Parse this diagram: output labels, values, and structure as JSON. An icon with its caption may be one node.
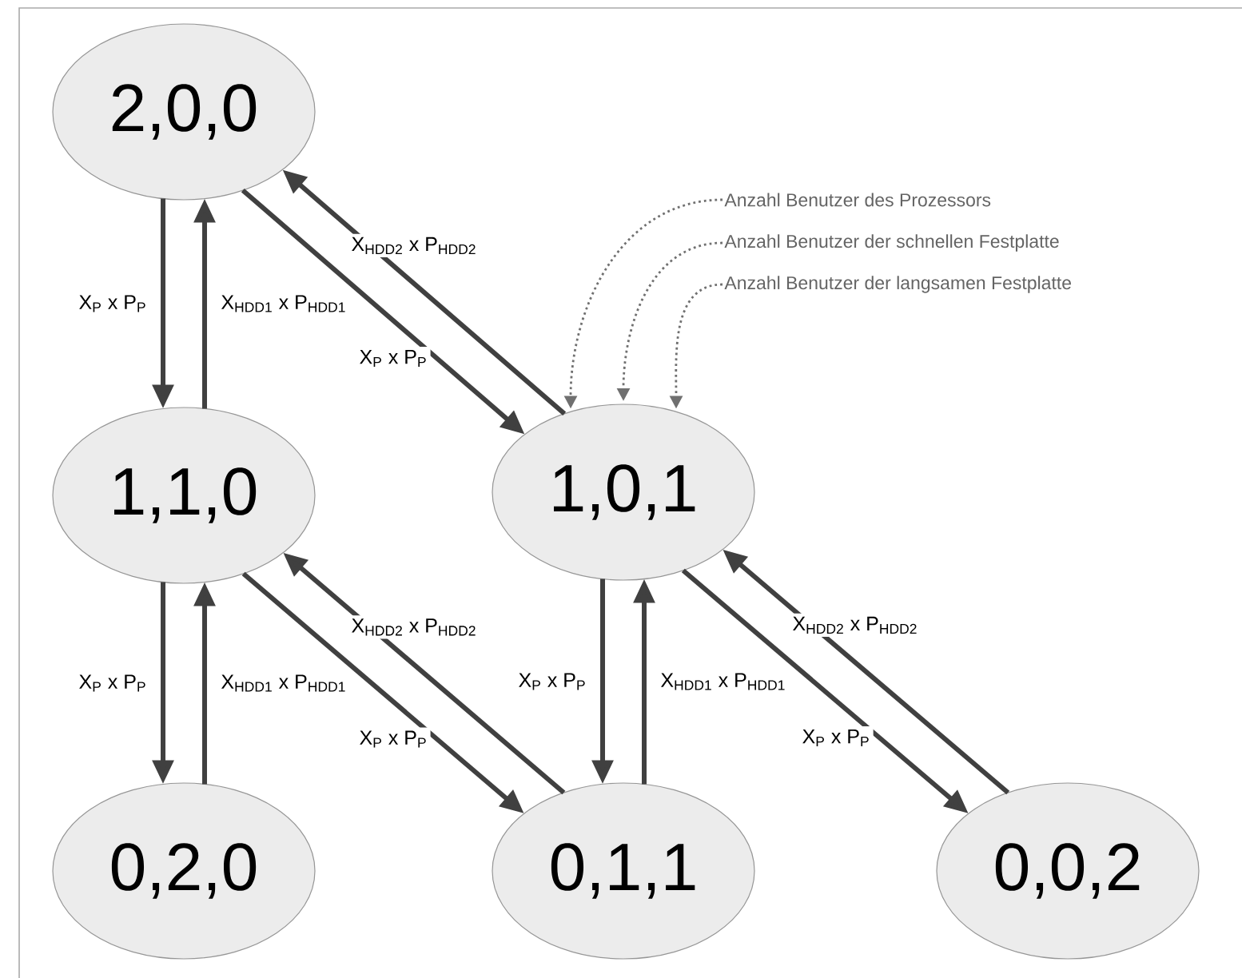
{
  "diagram": {
    "nodes": [
      {
        "text": [
          "2,0,0"
        ]
      },
      {
        "text": [
          "1,1,0"
        ]
      },
      {
        "text": [
          "1,0,1"
        ]
      },
      {
        "text": [
          "0,2,0"
        ]
      },
      {
        "text": [
          "0,1,1"
        ]
      },
      {
        "text": [
          "0,0,2"
        ]
      },
      {
        "text": [
          "Anzahl Benutzer des Prozessors"
        ]
      },
      {
        "text": [
          "Anzahl Benutzer der schnellen Festplatte"
        ]
      },
      {
        "text": [
          "Anzahl Benutzer der langsamen Festplatte"
        ]
      }
    ],
    "edges": [
      {
        "from": 0,
        "to": 1,
        "arrow": "to",
        "label": "X$_{P}$ x P$_{P}$"
      },
      {
        "from": 1,
        "to": 0,
        "arrow": "to",
        "label": "X$_{HDD1}$ x P$_{HDD1}$"
      },
      {
        "from": 0,
        "to": 2,
        "arrow": "to",
        "label": "X$_{P}$ x P$_{P}$"
      },
      {
        "from": 2,
        "to": 0,
        "arrow": "to",
        "label": "X$_{HDD2}$ x P$_{HDD2}$"
      },
      {
        "from": 1,
        "to": 3,
        "arrow": "to",
        "label": "X$_{P}$ x P$_{P}$"
      },
      {
        "from": 3,
        "to": 1,
        "arrow": "to",
        "label": "X$_{HDD1}$ x P$_{HDD1}$"
      },
      {
        "from": 1,
        "to": 4,
        "arrow": "to",
        "label": "X$_{P}$ x P$_{P}$"
      },
      {
        "from": 4,
        "to": 1,
        "arrow": "to",
        "label": "X$_{HDD2}$ x P$_{HDD2}$"
      },
      {
        "from": 2,
        "to": 4,
        "arrow": "to",
        "label": "X$_{P}$ x P$_{P}$"
      },
      {
        "from": 4,
        "to": 2,
        "arrow": "to",
        "label": "X$_{HDD1}$ x P$_{HDD1}$"
      },
      {
        "from": 2,
        "to": 5,
        "arrow": "to",
        "label": "X$_{P}$ x P$_{P}$"
      },
      {
        "from": 5,
        "to": 2,
        "arrow": "to",
        "label": "X$_{HDD2}$ x P$_{HDD2}$"
      },
      {
        "from": 6,
        "to": 2,
        "arrow": "to",
        "style": "dashed",
        "color": "#707070"
      },
      {
        "from": 7,
        "to": 2,
        "arrow": "to",
        "style": "dashed",
        "color": "#707070"
      },
      {
        "from": 8,
        "to": 2,
        "arrow": "to",
        "style": "dashed",
        "color": "#707070"
      }
    ]
  }
}
